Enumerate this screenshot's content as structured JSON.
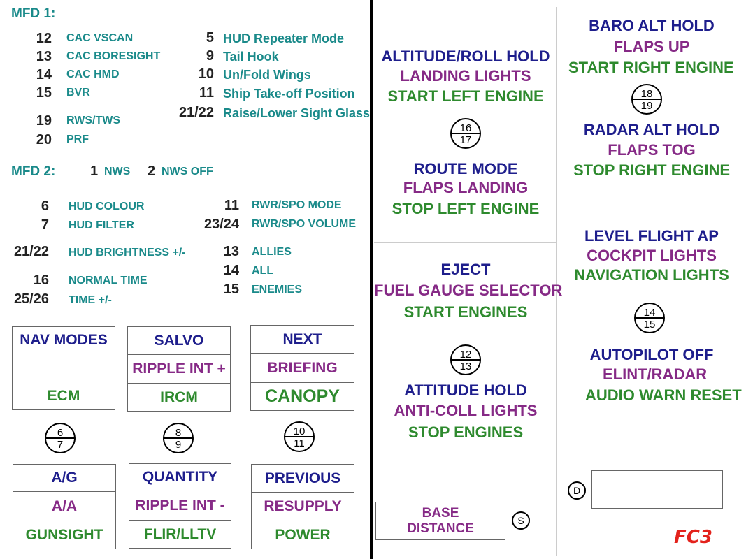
{
  "mfd1": {
    "title": "MFD 1:",
    "left": [
      {
        "num": "12",
        "label": "CAC VSCAN"
      },
      {
        "num": "13",
        "label": "CAC BORESIGHT"
      },
      {
        "num": "14",
        "label": "CAC HMD"
      },
      {
        "num": "15",
        "label": "BVR"
      },
      {
        "num": "19",
        "label": "RWS/TWS"
      },
      {
        "num": "20",
        "label": "PRF"
      }
    ],
    "right": [
      {
        "num": "5",
        "label": "HUD Repeater Mode"
      },
      {
        "num": "9",
        "label": "Tail Hook"
      },
      {
        "num": "10",
        "label": "Un/Fold Wings"
      },
      {
        "num": "11",
        "label": "Ship Take-off Position"
      },
      {
        "num": "21/22",
        "label": "Raise/Lower Sight Glass"
      }
    ]
  },
  "mfd2": {
    "title": "MFD 2:",
    "inline": [
      {
        "num": "1",
        "label": "NWS"
      },
      {
        "num": "2",
        "label": "NWS OFF"
      }
    ],
    "left": [
      {
        "num": "6",
        "label": "HUD COLOUR"
      },
      {
        "num": "7",
        "label": "HUD FILTER"
      },
      {
        "num": "21/22",
        "label": "HUD BRIGHTNESS +/-"
      },
      {
        "num": "16",
        "label": "NORMAL TIME"
      },
      {
        "num": "25/26",
        "label": "TIME +/-"
      }
    ],
    "right": [
      {
        "num": "11",
        "label": "RWR/SPO MODE"
      },
      {
        "num": "23/24",
        "label": "RWR/SPO VOLUME"
      },
      {
        "num": "13",
        "label": "ALLIES"
      },
      {
        "num": "14",
        "label": "ALL"
      },
      {
        "num": "15",
        "label": "ENEMIES"
      }
    ]
  },
  "button_groups_top": [
    {
      "top": "NAV MODES",
      "mid": "",
      "bot": "ECM"
    },
    {
      "top": "SALVO",
      "mid": "RIPPLE INT +",
      "bot": "IRCM"
    },
    {
      "top": "NEXT",
      "mid": "BRIEFING",
      "bot": "CANOPY"
    }
  ],
  "dials_left": [
    {
      "top": "6",
      "bot": "7"
    },
    {
      "top": "8",
      "bot": "9"
    },
    {
      "top": "10",
      "bot": "11"
    }
  ],
  "button_groups_bottom": [
    {
      "top": "A/G",
      "mid": "A/A",
      "bot": "GUNSIGHT"
    },
    {
      "top": "QUANTITY",
      "mid": "RIPPLE INT -",
      "bot": "FLIR/LLTV"
    },
    {
      "top": "PREVIOUS",
      "mid": "RESUPPLY",
      "bot": "POWER"
    }
  ],
  "middle": {
    "block1": {
      "blue": "ALTITUDE/ROLL HOLD",
      "purple": "LANDING LIGHTS",
      "green": "START LEFT ENGINE"
    },
    "dial1": {
      "top": "16",
      "bot": "17"
    },
    "block2": {
      "blue": "ROUTE MODE",
      "purple": "FLAPS LANDING",
      "green": "STOP LEFT ENGINE"
    },
    "block3": {
      "blue": "EJECT",
      "purple": "FUEL GAUGE SELECTOR",
      "green": "START ENGINES"
    },
    "dial2": {
      "top": "12",
      "bot": "13"
    },
    "block4": {
      "blue": "ATTITUDE HOLD",
      "purple": "ANTI-COLL LIGHTS",
      "green": "STOP ENGINES"
    },
    "base_distance": "BASE DISTANCE",
    "s_label": "S"
  },
  "right": {
    "block1": {
      "blue": "BARO ALT HOLD",
      "purple": "FLAPS UP",
      "green": "START RIGHT ENGINE"
    },
    "dial1": {
      "top": "18",
      "bot": "19"
    },
    "block2": {
      "blue": "RADAR ALT HOLD",
      "purple": "FLAPS TOG",
      "green": "STOP RIGHT ENGINE"
    },
    "block3": {
      "blue": "LEVEL FLIGHT AP",
      "purple": "COCKPIT LIGHTS",
      "green": "NAVIGATION LIGHTS"
    },
    "dial2": {
      "top": "14",
      "bot": "15"
    },
    "block4": {
      "blue": "AUTOPILOT OFF",
      "purple": "ELINT/RADAR",
      "green": "AUDIO WARN RESET"
    },
    "d_label": "D",
    "logo": "FC3"
  }
}
